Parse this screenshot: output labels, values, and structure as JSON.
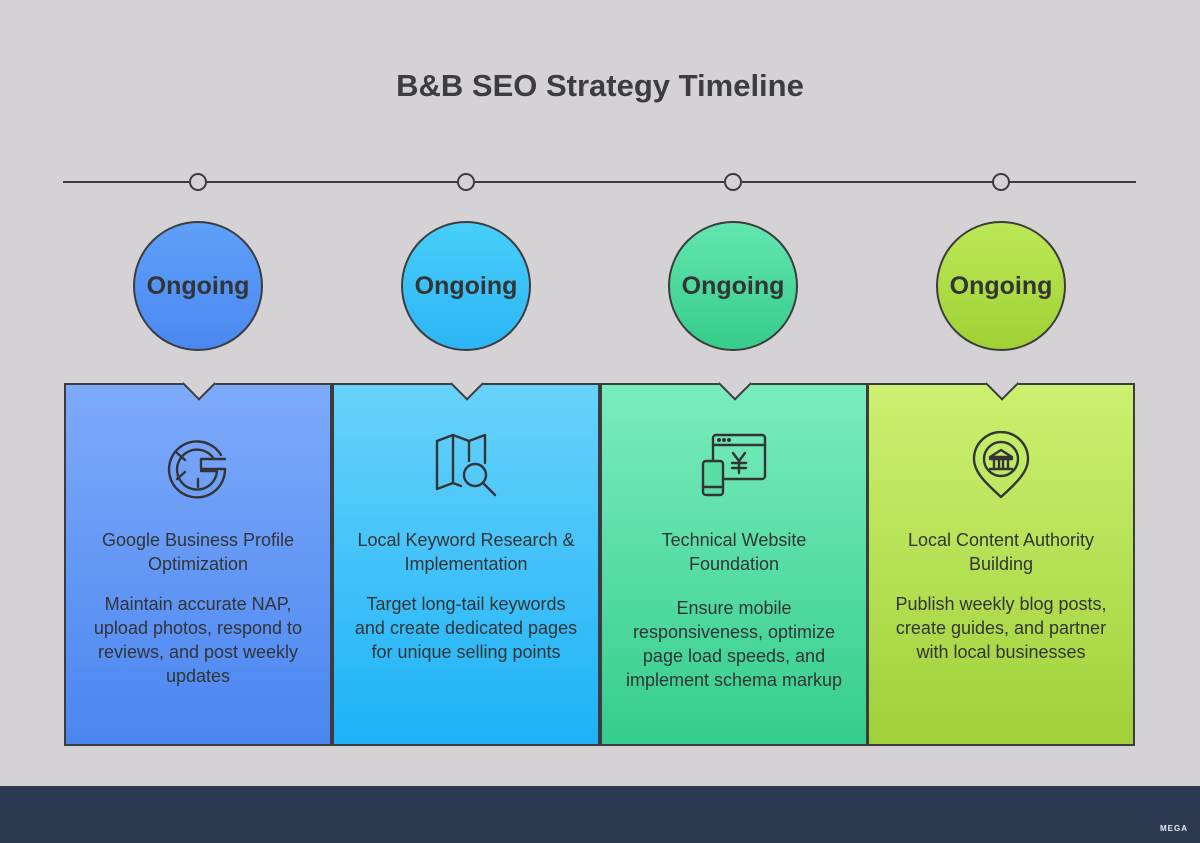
{
  "title": "B&B SEO Strategy Timeline",
  "stages": [
    {
      "label": "Ongoing",
      "icon": "google-icon",
      "title": "Google Business Profile Optimization",
      "description": "Maintain accurate NAP, upload photos, respond to reviews, and post weekly updates",
      "color": "#5b93f5"
    },
    {
      "label": "Ongoing",
      "icon": "map-search-icon",
      "title": "Local Keyword Research & Implementation",
      "description": "Target long-tail keywords and create dedicated pages for unique selling points",
      "color": "#36bef7"
    },
    {
      "label": "Ongoing",
      "icon": "web-mobile-yen-icon",
      "title": "Technical Website Foundation",
      "description": "Ensure mobile responsiveness, optimize page load speeds, and implement schema markup",
      "color": "#3ed99a"
    },
    {
      "label": "Ongoing",
      "icon": "location-bank-icon",
      "title": "Local Content Authority Building",
      "description": "Publish weekly blog posts, create guides, and partner with local businesses",
      "color": "#a9dc3c"
    }
  ],
  "footer": {
    "brand": "MEGA"
  }
}
